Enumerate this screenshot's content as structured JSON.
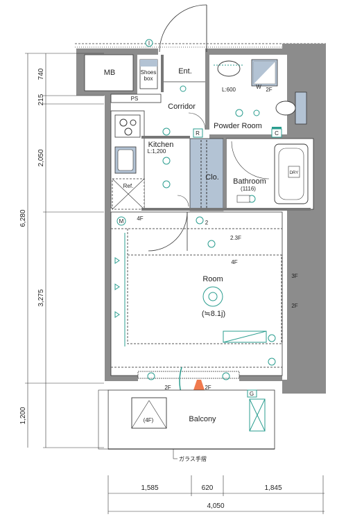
{
  "rooms": {
    "mb": "MB",
    "shoes_line1": "Shoes",
    "shoes_line2": "box",
    "entrance": "Ent.",
    "ps": "PS",
    "corridor": "Corridor",
    "powder_room": "Powder Room",
    "washer": "W",
    "washer_2f": "2F",
    "l600": "L:600",
    "kitchen": "Kitchen",
    "kitchen_size": "L:1,200",
    "closet": "Clo.",
    "bathroom": "Bathroom",
    "bathroom_size": "(1116)",
    "dry": "DRY",
    "ref": "Ref.",
    "room": "Room",
    "room_size": "(≒8.1j)",
    "balcony": "Balcony",
    "balcony_4f": "(4F)",
    "glass_rail": "ガラス手摺"
  },
  "markers": {
    "r": "R",
    "c": "C",
    "m": "M",
    "g": "G",
    "f4": "4F",
    "f3": "3F",
    "f2": "2F",
    "f23": "2.3F",
    "two": "2"
  },
  "dimensions": {
    "vertical": [
      "740",
      "215",
      "2,050",
      "3,275",
      "1,200"
    ],
    "vertical_total": "6,280",
    "horizontal": [
      "1,585",
      "620",
      "1,845"
    ],
    "horizontal_total": "4,050"
  },
  "colors": {
    "wall": "#8c8c8c",
    "wall_dark": "#777777",
    "fixture": "#b3c3d4",
    "equipment": "#2a9d8f",
    "airflow": "#f07a4e"
  }
}
